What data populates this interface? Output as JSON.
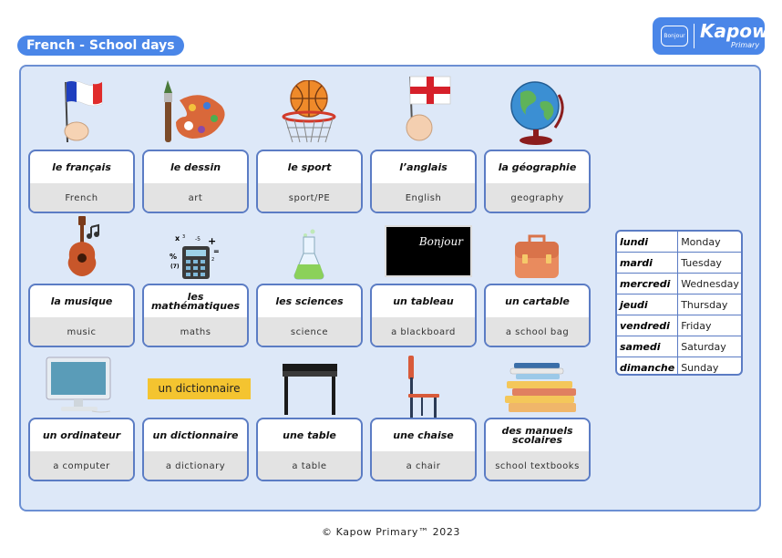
{
  "header": {
    "title": "French - School days"
  },
  "logo": {
    "bubble_text": "Bonjour",
    "brand": "Kapow",
    "sub": "Primary"
  },
  "cards": [
    {
      "fr": "le français",
      "en": "French",
      "icon": "french-flag-icon"
    },
    {
      "fr": "le dessin",
      "en": "art",
      "icon": "paint-palette-icon"
    },
    {
      "fr": "le sport",
      "en": "sport/PE",
      "icon": "basketball-hoop-icon"
    },
    {
      "fr": "l’anglais",
      "en": "English",
      "icon": "english-flag-icon"
    },
    {
      "fr": "la géographie",
      "en": "geography",
      "icon": "globe-icon"
    },
    {
      "fr": "la musique",
      "en": "music",
      "icon": "guitar-icon"
    },
    {
      "fr": "les mathématiques",
      "en": "maths",
      "icon": "calculator-icon"
    },
    {
      "fr": "les sciences",
      "en": "science",
      "icon": "flask-icon"
    },
    {
      "fr": "un tableau",
      "en": "a blackboard",
      "icon": "blackboard-icon"
    },
    {
      "fr": "un cartable",
      "en": "a school bag",
      "icon": "school-bag-icon"
    },
    {
      "fr": "un ordinateur",
      "en": "a computer",
      "icon": "computer-icon"
    },
    {
      "fr": "un dictionnaire",
      "en": "a dictionary",
      "icon": "dictionary-icon"
    },
    {
      "fr": "une table",
      "en": "a table",
      "icon": "table-icon"
    },
    {
      "fr": "une chaise",
      "en": "a chair",
      "icon": "chair-icon"
    },
    {
      "fr": "des manuels scolaires",
      "en": "school textbooks",
      "icon": "textbooks-icon"
    }
  ],
  "images": {
    "blackboard_text": "Bonjour",
    "dictionary_label": "un dictionnaire",
    "math_symbols": [
      "x",
      "3",
      "-5",
      "+",
      "%",
      "(7)",
      "=",
      "2"
    ]
  },
  "days": [
    {
      "fr": "lundi",
      "en": "Monday"
    },
    {
      "fr": "mardi",
      "en": "Tuesday"
    },
    {
      "fr": "mercredi",
      "en": "Wednesday"
    },
    {
      "fr": "jeudi",
      "en": "Thursday"
    },
    {
      "fr": "vendredi",
      "en": "Friday"
    },
    {
      "fr": "samedi",
      "en": "Saturday"
    },
    {
      "fr": "dimanche",
      "en": "Sunday"
    }
  ],
  "footer": "© Kapow Primary™ 2023",
  "colors": {
    "accent": "#4a86e8",
    "panel": "#dde8f8",
    "card_border": "#5b7cc4",
    "english_grey": "#e3e3e3"
  }
}
